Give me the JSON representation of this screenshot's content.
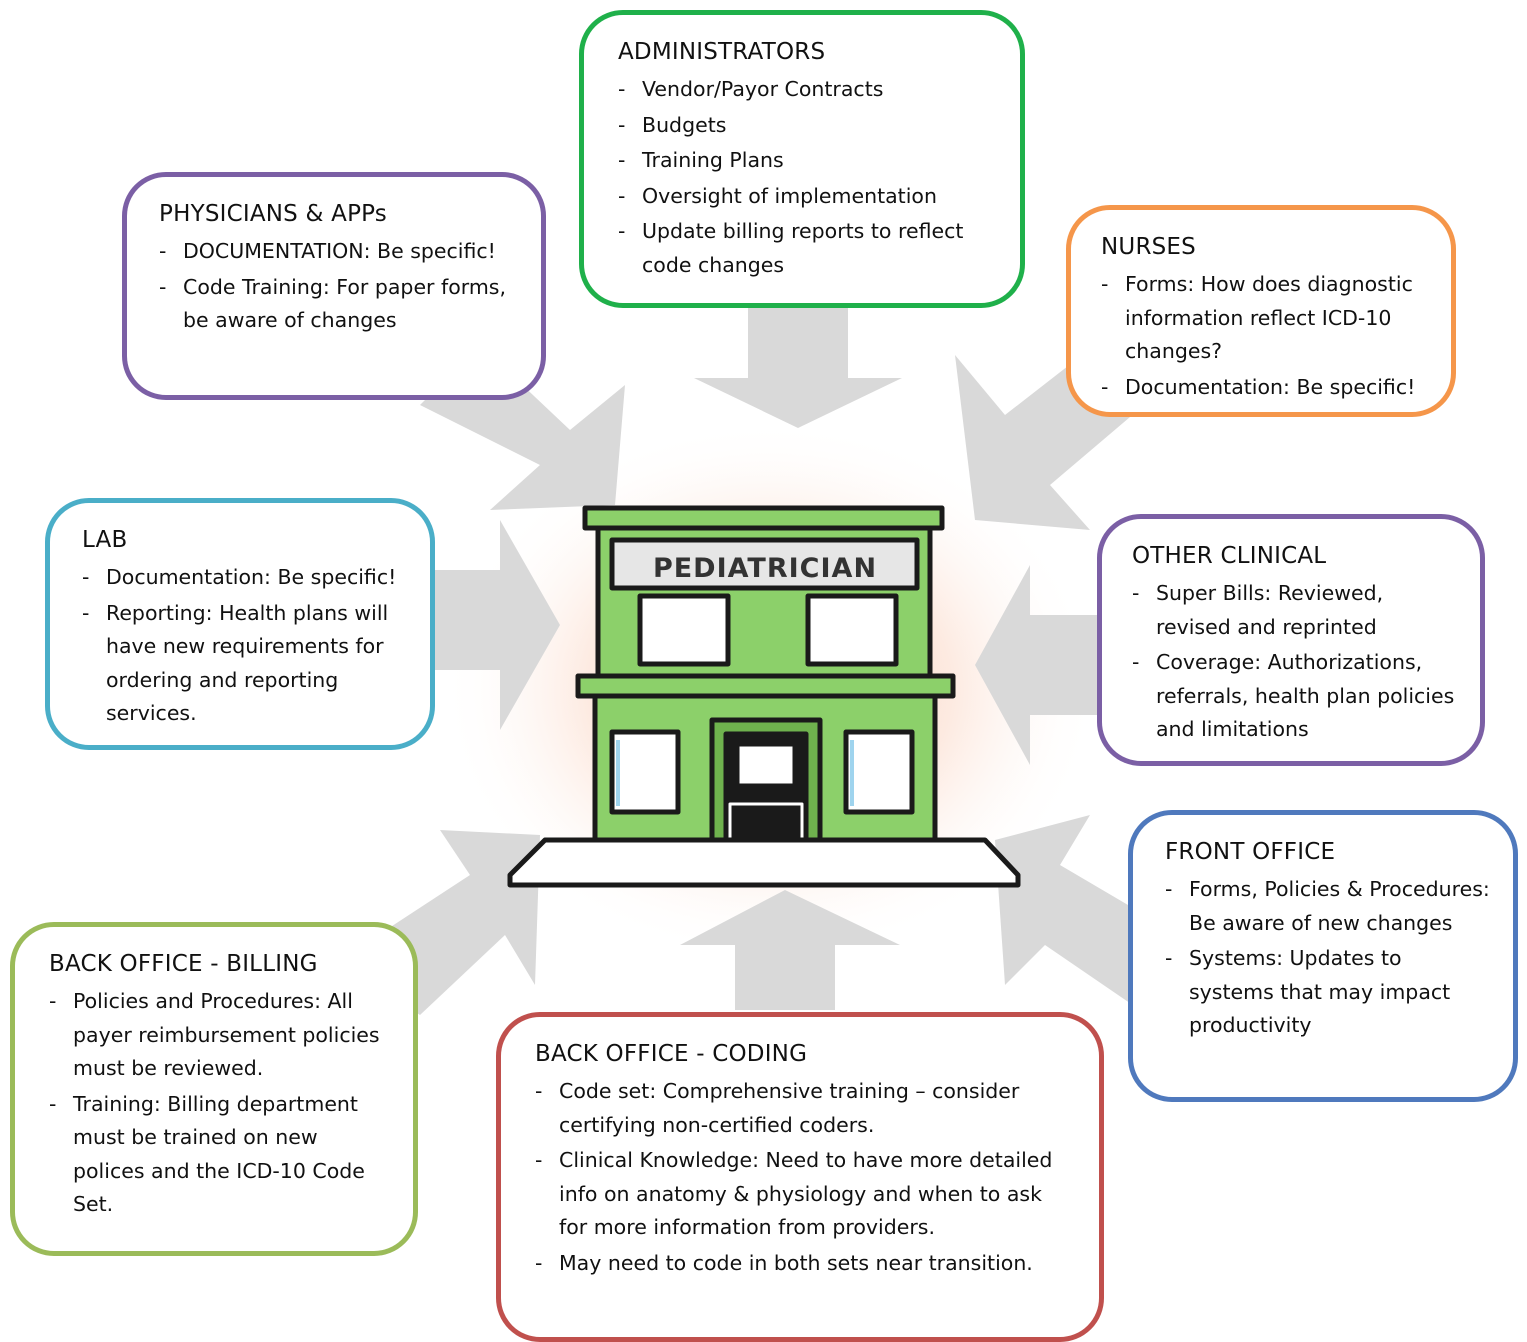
{
  "center": {
    "label": "PEDIATRICIAN",
    "colors": {
      "wall": "#8cd06a",
      "wall_dark": "#6fb24e",
      "sign": "#e6e6e6",
      "window": "#ffffff",
      "glow": "#f7b69a",
      "arrow": "#d9d9d9"
    }
  },
  "boxes": [
    {
      "id": "administrators",
      "title": "ADMINISTRATORS",
      "color": "#1fb04a",
      "items": [
        "Vendor/Payor Contracts",
        "Budgets",
        "Training Plans",
        "Oversight of implementation",
        "Update billing reports to reflect code changes"
      ]
    },
    {
      "id": "physicians",
      "title": "PHYSICIANS & APPs",
      "color": "#7b5fa5",
      "items": [
        "DOCUMENTATION: Be specific!",
        "Code Training: For paper forms, be aware of changes"
      ]
    },
    {
      "id": "nurses",
      "title": "NURSES",
      "color": "#f5964a",
      "items": [
        "Forms: How does diagnostic information reflect ICD-10 changes?",
        "Documentation: Be specific!"
      ]
    },
    {
      "id": "lab",
      "title": "LAB",
      "color": "#4aaec8",
      "items": [
        "Documentation: Be specific!",
        "Reporting: Health plans will have new requirements for ordering and reporting services."
      ]
    },
    {
      "id": "other-clinical",
      "title": "OTHER CLINICAL",
      "color": "#7b5fa5",
      "items": [
        "Super Bills: Reviewed, revised and reprinted",
        "Coverage: Authorizations, referrals, health plan policies and limitations"
      ]
    },
    {
      "id": "front-office",
      "title": "FRONT OFFICE",
      "color": "#4f79bd",
      "items": [
        "Forms, Policies & Procedures: Be aware of new changes",
        "Systems: Updates to systems that may impact productivity"
      ]
    },
    {
      "id": "billing",
      "title": "BACK OFFICE - BILLING",
      "color": "#9bbb59",
      "items": [
        "Policies and Procedures: All payer reimbursement policies must be reviewed.",
        "Training: Billing department must be trained on new polices and the ICD-10 Code Set."
      ]
    },
    {
      "id": "coding",
      "title": "BACK OFFICE - CODING",
      "color": "#c0504d",
      "items": [
        "Code set: Comprehensive training – consider certifying non-certified coders.",
        "Clinical Knowledge: Need to have more detailed info on anatomy & physiology and when to ask for more information from providers.",
        "May need to code in both sets near transition."
      ]
    }
  ]
}
